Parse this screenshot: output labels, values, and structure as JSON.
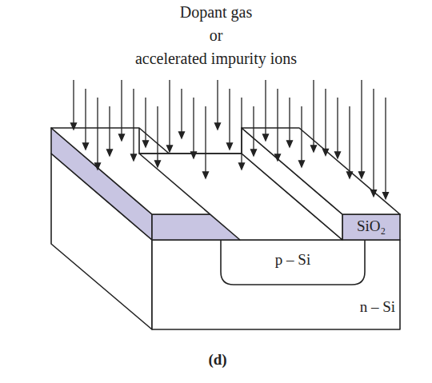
{
  "diagram": {
    "caption": "(d)",
    "labels": [
      "Dopant gas",
      "or",
      "accelerated impurity ions",
      "SiO₂",
      "p – Si",
      "n – Si"
    ]
  }
}
